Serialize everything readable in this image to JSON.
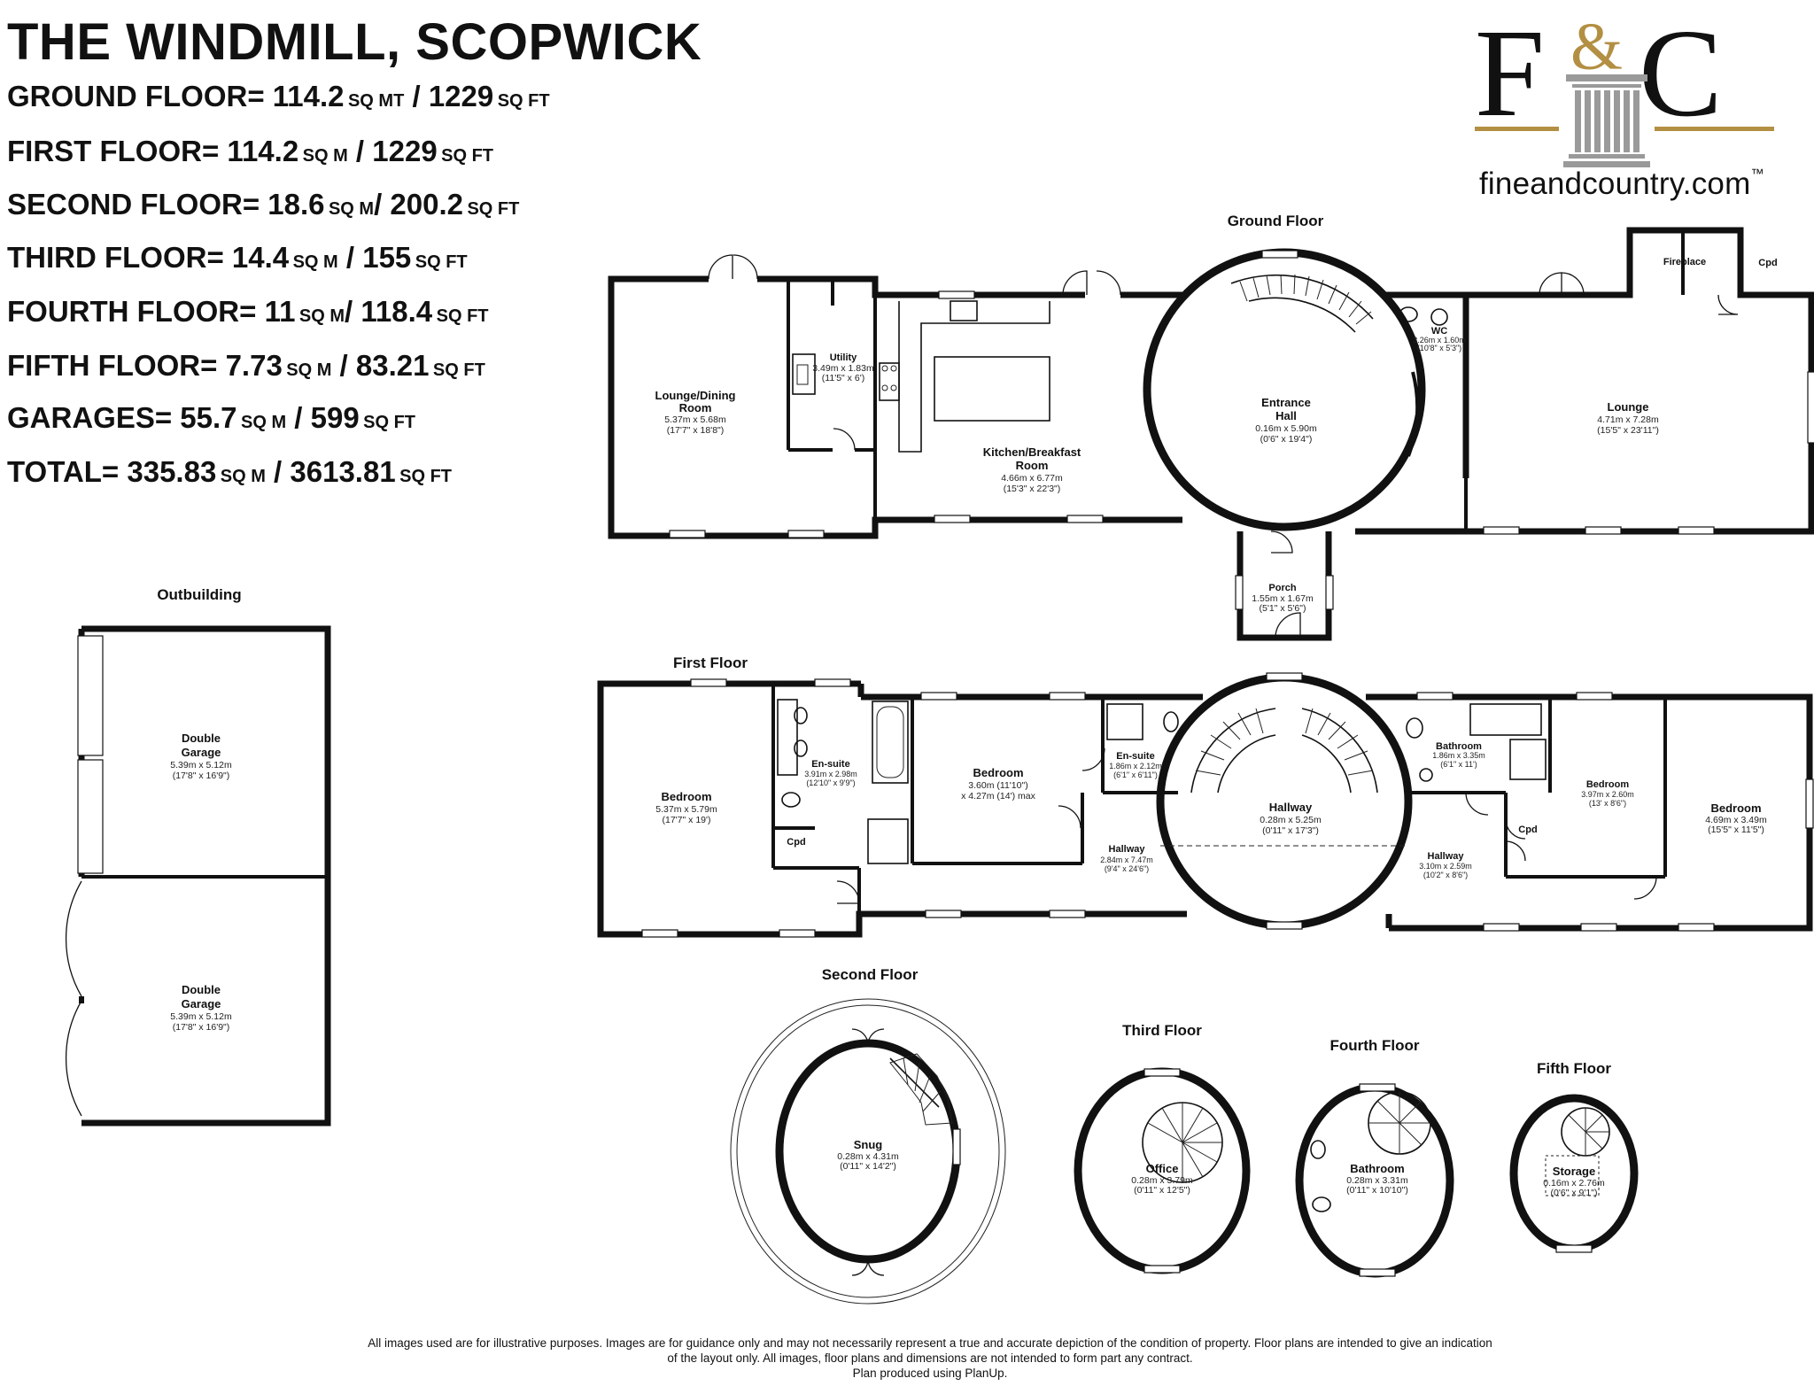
{
  "property_title": "THE WINDMILL, SCOPWICK",
  "areas": [
    {
      "floor": "GROUND FLOOR= 114.2",
      "unit1": "SQ MT",
      "sep": " / 1229",
      "unit2": "SQ FT"
    },
    {
      "floor": "FIRST FLOOR= 114.2",
      "unit1": "SQ M",
      "sep": " / 1229",
      "unit2": "SQ FT"
    },
    {
      "floor": "SECOND FLOOR= 18.6",
      "unit1": "SQ M",
      "sep": "/ 200.2",
      "unit2": "SQ FT"
    },
    {
      "floor": "THIRD FLOOR= 14.4",
      "unit1": "SQ M",
      "sep": " / 155",
      "unit2": "SQ FT"
    },
    {
      "floor": "FOURTH FLOOR= 11",
      "unit1": "SQ M",
      "sep": "/ 118.4",
      "unit2": "SQ FT"
    },
    {
      "floor": "FIFTH FLOOR= 7.73",
      "unit1": "SQ M",
      "sep": " / 83.21",
      "unit2": "SQ FT"
    },
    {
      "floor": "GARAGES= 55.7",
      "unit1": "SQ M",
      "sep": " / 599",
      "unit2": "SQ FT"
    },
    {
      "floor": "TOTAL= 335.83",
      "unit1": "SQ M",
      "sep": " / 3613.81",
      "unit2": "SQ FT"
    }
  ],
  "logo": {
    "left": "F",
    "amp": "&",
    "right": "C",
    "url": "fineandcountry.com",
    "tm": "™",
    "gold": "#b38f43"
  },
  "floor_titles": {
    "ground": "Ground Floor",
    "first": "First Floor",
    "second": "Second Floor",
    "third": "Third Floor",
    "fourth": "Fourth Floor",
    "fifth": "Fifth Floor",
    "outbuilding": "Outbuilding"
  },
  "rooms": {
    "lounge_dining": {
      "name1": "Lounge/Dining",
      "name2": "Room",
      "dim1": "5.37m x 5.68m",
      "dim2": "(17'7\" x 18'8\")"
    },
    "utility": {
      "name1": "Utility",
      "dim1": "3.49m x 1.83m",
      "dim2": "(11'5\" x 6')"
    },
    "kitchen": {
      "name1": "Kitchen/Breakfast",
      "name2": "Room",
      "dim1": "4.66m x 6.77m",
      "dim2": "(15'3\" x 22'3\")"
    },
    "entrance": {
      "name1": "Entrance",
      "name2": "Hall",
      "dim1": "0.16m x 5.90m",
      "dim2": "(0'6\" x 19'4\")"
    },
    "wc": {
      "name1": "WC",
      "dim1": "3.26m x 1.60m",
      "dim2": "(10'8\" x 5'3\")"
    },
    "fireplace": {
      "name1": "Fireplace"
    },
    "cpd_g": {
      "name1": "Cpd"
    },
    "lounge": {
      "name1": "Lounge",
      "dim1": "4.71m x 7.28m",
      "dim2": "(15'5\" x 23'11\")"
    },
    "porch": {
      "name1": "Porch",
      "dim1": "1.55m x 1.67m",
      "dim2": "(5'1\" x 5'6\")"
    },
    "garage1": {
      "name1": "Double",
      "name2": "Garage",
      "dim1": "5.39m x 5.12m",
      "dim2": "(17'8\" x 16'9\")"
    },
    "garage2": {
      "name1": "Double",
      "name2": "Garage",
      "dim1": "5.39m x 5.12m",
      "dim2": "(17'8\" x 16'9\")"
    },
    "bedroom1": {
      "name1": "Bedroom",
      "dim1": "5.37m x 5.79m",
      "dim2": "(17'7\" x 19')"
    },
    "ensuite1": {
      "name1": "En-suite",
      "dim1": "3.91m x 2.98m",
      "dim2": "(12'10\" x 9'9\")"
    },
    "cpd_f1": {
      "name1": "Cpd"
    },
    "bedroom2": {
      "name1": "Bedroom",
      "dim1": "3.60m (11'10\")",
      "dim2": "x 4.27m (14') max"
    },
    "ensuite2": {
      "name1": "En-suite",
      "dim1": "1.86m x 2.12m",
      "dim2": "(6'1\" x 6'11\")"
    },
    "hallway_l": {
      "name1": "Hallway",
      "dim1": "2.84m x 7.47m",
      "dim2": "(9'4\" x 24'6\")"
    },
    "hallway_c": {
      "name1": "Hallway",
      "dim1": "0.28m x 5.25m",
      "dim2": "(0'11\" x 17'3\")"
    },
    "bathroom_f": {
      "name1": "Bathroom",
      "dim1": "1.86m x 3.35m",
      "dim2": "(6'1\" x 11')"
    },
    "hallway_r": {
      "name1": "Hallway",
      "dim1": "3.10m x 2.59m",
      "dim2": "(10'2\" x 8'6\")"
    },
    "bedroom3": {
      "name1": "Bedroom",
      "dim1": "3.97m x 2.60m",
      "dim2": "(13' x 8'6\")"
    },
    "cpd_f2": {
      "name1": "Cpd"
    },
    "bedroom4": {
      "name1": "Bedroom",
      "dim1": "4.69m x 3.49m",
      "dim2": "(15'5\" x 11'5\")"
    },
    "snug": {
      "name1": "Snug",
      "dim1": "0.28m x 4.31m",
      "dim2": "(0'11\" x 14'2\")"
    },
    "office": {
      "name1": "Office",
      "dim1": "0.28m x 3.79m",
      "dim2": "(0'11\" x 12'5\")"
    },
    "bathroom_4": {
      "name1": "Bathroom",
      "dim1": "0.28m x 3.31m",
      "dim2": "(0'11\" x 10'10\")"
    },
    "storage": {
      "name1": "Storage",
      "dim1": "0.16m x 2.76m",
      "dim2": "(0'6\" x 9'1\")"
    }
  },
  "footer": {
    "line1": "All images used are for illustrative purposes. Images are for guidance only and may not necessarily represent a true and accurate depiction of the condition of property. Floor plans are intended to give an indication",
    "line2": "of the layout only. All images, floor plans and dimensions are not intended to form part any contract.",
    "line3": "Plan produced using PlanUp."
  }
}
